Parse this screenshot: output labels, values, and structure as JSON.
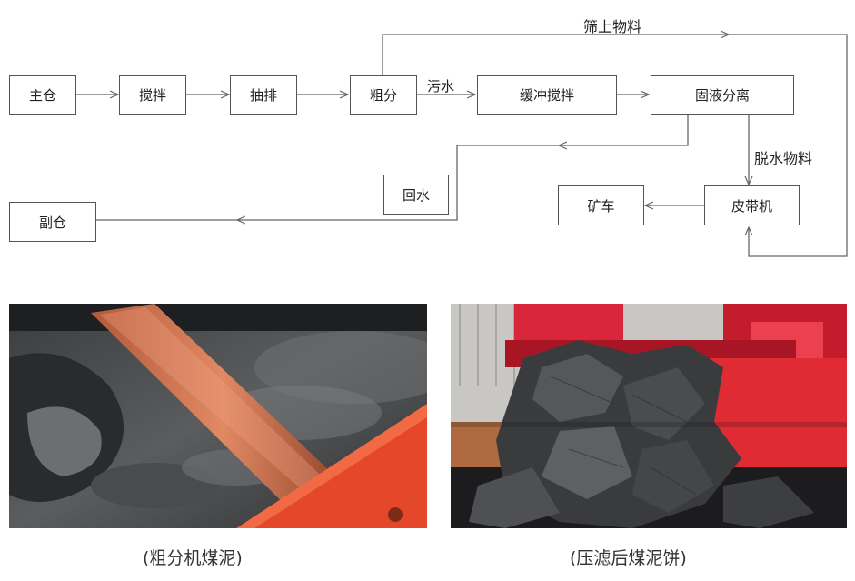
{
  "nodes": {
    "main_bin": "主仓",
    "stir": "搅拌",
    "pump": "抽排",
    "coarse": "粗分",
    "buffer_stir": "缓冲搅拌",
    "solid_liquid": "固液分离",
    "return_water": "回水",
    "aux_bin": "副仓",
    "mine_car": "矿车",
    "belt": "皮带机"
  },
  "edge_labels": {
    "screen_material": "筛上物料",
    "sewage": "污水",
    "dewatered_material": "脱水物料"
  },
  "photos": {
    "left_caption": "(粗分机煤泥)",
    "right_caption": "(压滤后煤泥饼)"
  }
}
